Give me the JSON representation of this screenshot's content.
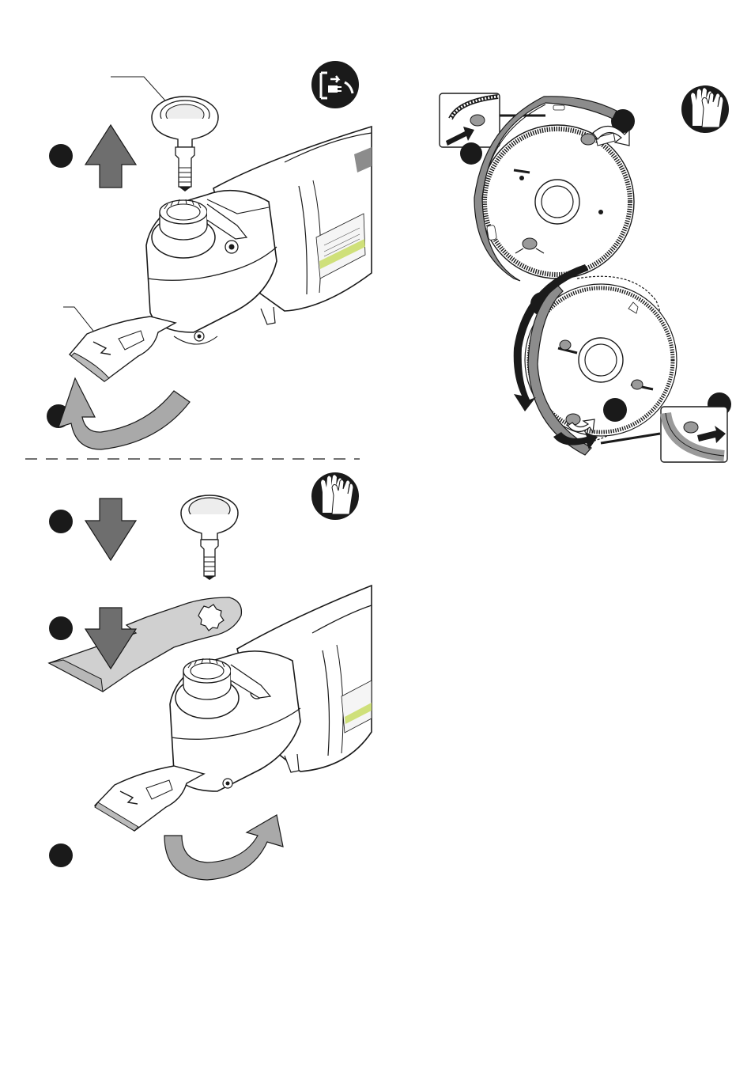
{
  "manual_page": {
    "panels": [
      {
        "id": "remove-tool",
        "safety_icon": "unplug-icon"
      },
      {
        "id": "insert-tool",
        "safety_icon": "gloves-icon"
      },
      {
        "id": "change-saw-guard",
        "safety_icon": "gloves-icon"
      }
    ],
    "step_markers": [
      "",
      "",
      "",
      "",
      "",
      "",
      "",
      "",
      "",
      ""
    ],
    "colors": {
      "line": "#1a1a1a",
      "arrow_fill": "#6e6e6e",
      "arrow_light": "#a9a9a9",
      "tool_body": "#ffffff",
      "guard_grey": "#8c8c8c",
      "accent_green": "#cfe07a"
    }
  }
}
